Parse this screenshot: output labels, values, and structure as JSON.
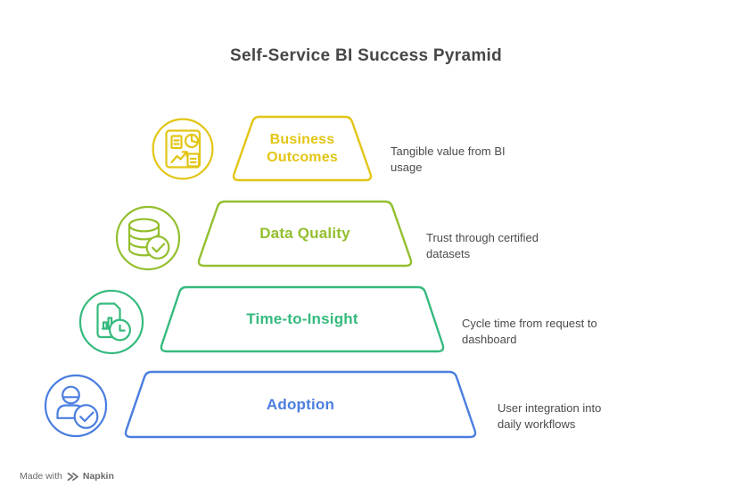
{
  "title": "Self-Service BI Success Pyramid",
  "layers": [
    {
      "label": "Business Outcomes",
      "description": "Tangible value from BI usage",
      "color": "#e3c515",
      "icon": "report-dashboard-icon"
    },
    {
      "label": "Data Quality",
      "description": "Trust through certified datasets",
      "color": "#93bf2e",
      "icon": "database-check-icon"
    },
    {
      "label": "Time-to-Insight",
      "description": "Cycle time from request to dashboard",
      "color": "#35ba7d",
      "icon": "document-chart-clock-icon"
    },
    {
      "label": "Adoption",
      "description": "User integration into daily workflows",
      "color": "#4b7ee0",
      "icon": "user-check-icon"
    }
  ],
  "colors": {
    "title_text": "#474747",
    "description_text": "#4b4b4b",
    "footer_text": "#6a6a6a",
    "background": "#ffffff"
  },
  "footer": {
    "made_with": "Made with",
    "brand": "Napkin"
  }
}
